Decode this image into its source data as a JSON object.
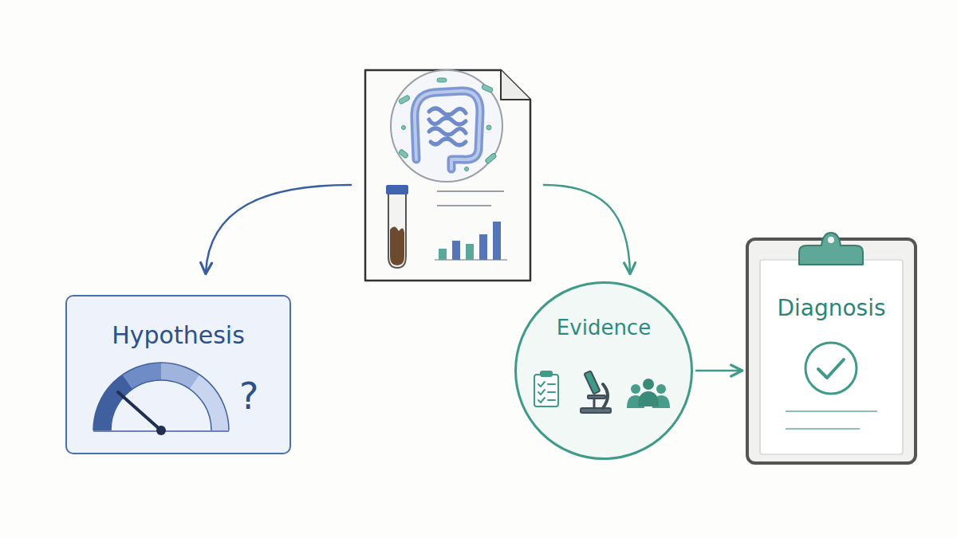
{
  "diagram": {
    "nodes": [
      {
        "text": [
          "Hypothesis"
        ]
      },
      {
        "text": [
          "Evidence"
        ]
      },
      {
        "text": [
          "Diagnosis"
        ]
      }
    ],
    "edges": [
      {
        "from": 1,
        "to": 2,
        "arrow": "to"
      }
    ],
    "labels": [
      "?"
    ]
  }
}
